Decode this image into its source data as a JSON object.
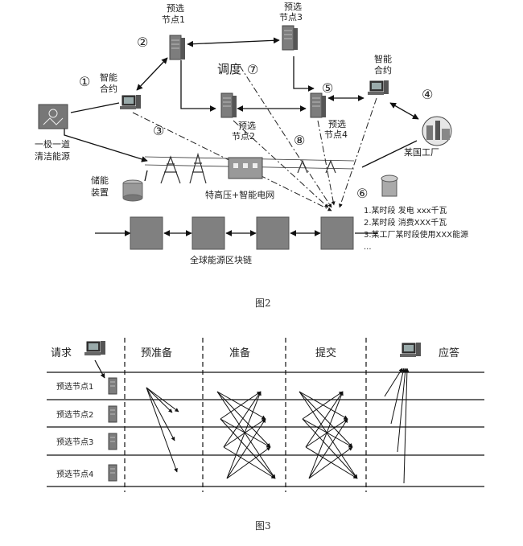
{
  "figure2": {
    "caption": "图2",
    "nodes": {
      "node1": "预选\n节点1",
      "node2": "预选\n节点2",
      "node3": "预选\n节点3",
      "node4": "预选\n节点4"
    },
    "smart_contract_left": "智能\n合约",
    "smart_contract_right": "智能\n合约",
    "dispatch": "调度",
    "clean_energy": "一极一道\n清洁能源",
    "storage": "储能\n装置",
    "grid": "特高压+智能电网",
    "factory": "某国工厂",
    "blockchain": "全球能源区块链",
    "circled_numbers": [
      "①",
      "②",
      "③",
      "④",
      "⑤",
      "⑥",
      "⑦",
      "⑧"
    ],
    "records": [
      "1.某时段 发电 xxx千瓦",
      "2.某时段 消费XXX千瓦",
      "3.某工厂某时段使用XXX能源",
      "..."
    ]
  },
  "figure3": {
    "caption": "图3",
    "phases": [
      "请求",
      "预准备",
      "准备",
      "提交",
      "应答"
    ],
    "rows": [
      "预选节点1",
      "预选节点2",
      "预选节点3",
      "预选节点4"
    ]
  }
}
